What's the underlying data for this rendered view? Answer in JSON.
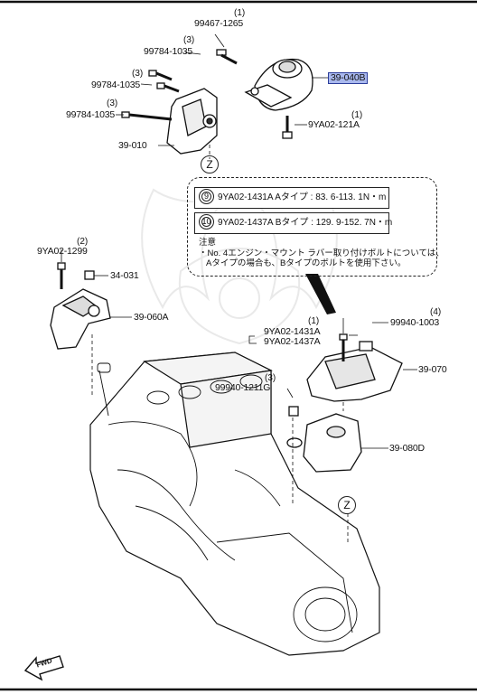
{
  "parts": {
    "bolt_top": {
      "qty": "(1)",
      "code": "99467-1265"
    },
    "bolt_a": {
      "qty": "(3)",
      "code": "99784-1035"
    },
    "bolt_b": {
      "qty": "(3)",
      "code": "99784-1035"
    },
    "bolt_c": {
      "qty": "(3)",
      "code": "99784-1035"
    },
    "highlighted": {
      "code": "39-040B"
    },
    "bolt_right": {
      "qty": "(1)",
      "code": "9YA02-121A"
    },
    "bracket_left": {
      "code": "39-010"
    },
    "bolt_2": {
      "qty": "(2)",
      "code": "9YA02-1299"
    },
    "nut_34": {
      "code": "34-031"
    },
    "mount_60": {
      "code": "39-060A"
    },
    "bolt_pair": {
      "qty": "(1)",
      "code_a": "9YA02-1431A",
      "code_b": "9YA02-1437A"
    },
    "nut_4": {
      "qty": "(4)",
      "code": "99940-1003"
    },
    "mount_70": {
      "code": "39-070"
    },
    "nut_3": {
      "qty": "(3)",
      "code": "99940-1211G"
    },
    "bracket_80": {
      "code": "39-080D"
    }
  },
  "view_marker": "Z",
  "direction_label": "FWD",
  "callout": {
    "torque_rows": [
      {
        "num": "9",
        "text": "9YA02-1431A Aタイプ : 83. 6-113. 1N・m"
      },
      {
        "num": "10",
        "text": "9YA02-1437A Bタイプ : 129. 9-152. 7N・m"
      }
    ],
    "note_title": "注意",
    "note_line1": "・No. 4エンジン・マウント ラバー取り付けボルトについては、",
    "note_line2": "Aタイプの場合も、Bタイプのボルトを使用下さい。"
  },
  "colors": {
    "highlight_fill": "#a9b8ee",
    "highlight_border": "#2d3e9b",
    "line": "#222222"
  }
}
